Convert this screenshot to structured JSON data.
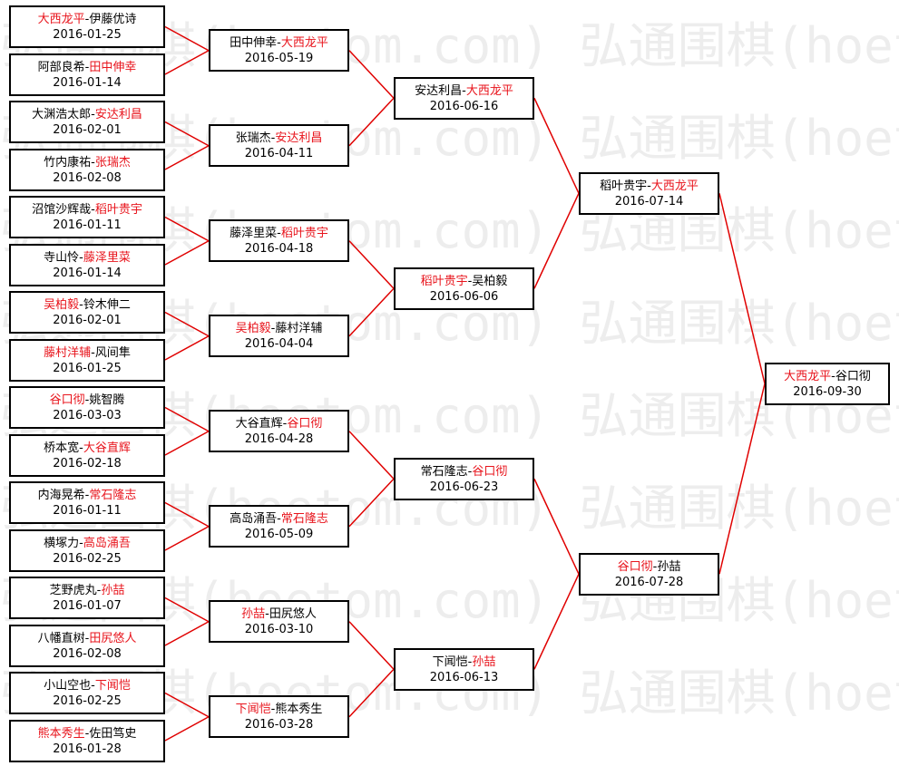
{
  "colors": {
    "winner": "#e8141c",
    "line": "#e00000",
    "text": "#000000",
    "border": "#000000"
  },
  "watermark": {
    "text": "弘通围棋(hoetom.com) 弘通围棋(hoetom.com)"
  },
  "rounds": [
    {
      "matches": [
        {
          "p1": "大西龙平",
          "p2": "伊藤优诗",
          "winner": 1,
          "date": "2016-01-25"
        },
        {
          "p1": "阿部良希",
          "p2": "田中伸幸",
          "winner": 2,
          "date": "2016-01-14"
        },
        {
          "p1": "大渊浩太郎",
          "p2": "安达利昌",
          "winner": 2,
          "date": "2016-02-01"
        },
        {
          "p1": "竹内康祐",
          "p2": "张瑞杰",
          "winner": 2,
          "date": "2016-02-08"
        },
        {
          "p1": "沼馆沙辉哉",
          "p2": "稻叶贵宇",
          "winner": 2,
          "date": "2016-01-11"
        },
        {
          "p1": "寺山怜",
          "p2": "藤泽里菜",
          "winner": 2,
          "date": "2016-01-14"
        },
        {
          "p1": "吴柏毅",
          "p2": "铃木伸二",
          "winner": 1,
          "date": "2016-02-01"
        },
        {
          "p1": "藤村洋辅",
          "p2": "风间隼",
          "winner": 1,
          "date": "2016-01-25"
        },
        {
          "p1": "谷口彻",
          "p2": "姚智腾",
          "winner": 1,
          "date": "2016-03-03"
        },
        {
          "p1": "桥本宽",
          "p2": "大谷直辉",
          "winner": 2,
          "date": "2016-02-18"
        },
        {
          "p1": "内海晃希",
          "p2": "常石隆志",
          "winner": 2,
          "date": "2016-01-11"
        },
        {
          "p1": "横塚力",
          "p2": "高岛涌吾",
          "winner": 2,
          "date": "2016-02-25"
        },
        {
          "p1": "芝野虎丸",
          "p2": "孙喆",
          "winner": 2,
          "date": "2016-01-07"
        },
        {
          "p1": "八幡直树",
          "p2": "田尻悠人",
          "winner": 2,
          "date": "2016-02-08"
        },
        {
          "p1": "小山空也",
          "p2": "下闻恺",
          "winner": 2,
          "date": "2016-02-25"
        },
        {
          "p1": "熊本秀生",
          "p2": "佐田笃史",
          "winner": 1,
          "date": "2016-01-28"
        }
      ]
    },
    {
      "matches": [
        {
          "p1": "田中伸幸",
          "p2": "大西龙平",
          "winner": 2,
          "date": "2016-05-19"
        },
        {
          "p1": "张瑞杰",
          "p2": "安达利昌",
          "winner": 2,
          "date": "2016-04-11"
        },
        {
          "p1": "藤泽里菜",
          "p2": "稻叶贵宇",
          "winner": 2,
          "date": "2016-04-18"
        },
        {
          "p1": "吴柏毅",
          "p2": "藤村洋辅",
          "winner": 1,
          "date": "2016-04-04"
        },
        {
          "p1": "大谷直辉",
          "p2": "谷口彻",
          "winner": 2,
          "date": "2016-04-28"
        },
        {
          "p1": "高岛涌吾",
          "p2": "常石隆志",
          "winner": 2,
          "date": "2016-05-09"
        },
        {
          "p1": "孙喆",
          "p2": "田尻悠人",
          "winner": 1,
          "date": "2016-03-10"
        },
        {
          "p1": "下闻恺",
          "p2": "熊本秀生",
          "winner": 1,
          "date": "2016-03-28"
        }
      ]
    },
    {
      "matches": [
        {
          "p1": "安达利昌",
          "p2": "大西龙平",
          "winner": 2,
          "date": "2016-06-16"
        },
        {
          "p1": "稻叶贵宇",
          "p2": "吴柏毅",
          "winner": 1,
          "date": "2016-06-06"
        },
        {
          "p1": "常石隆志",
          "p2": "谷口彻",
          "winner": 2,
          "date": "2016-06-23"
        },
        {
          "p1": "下闻恺",
          "p2": "孙喆",
          "winner": 2,
          "date": "2016-06-13"
        }
      ]
    },
    {
      "matches": [
        {
          "p1": "稻叶贵宇",
          "p2": "大西龙平",
          "winner": 2,
          "date": "2016-07-14"
        },
        {
          "p1": "谷口彻",
          "p2": "孙喆",
          "winner": 1,
          "date": "2016-07-28"
        }
      ]
    },
    {
      "matches": [
        {
          "p1": "大西龙平",
          "p2": "谷口彻",
          "winner": 1,
          "date": "2016-09-30"
        }
      ]
    }
  ]
}
